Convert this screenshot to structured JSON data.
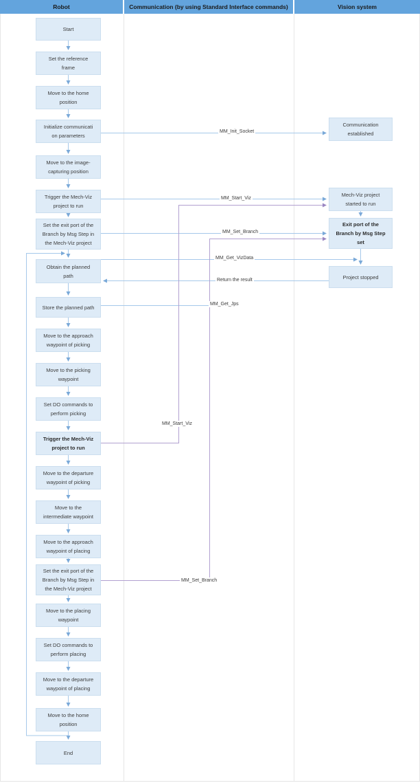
{
  "header": {
    "columns": [
      {
        "label": "Robot"
      },
      {
        "label": "Communication (by using Standard Interface commands)"
      },
      {
        "label": "Vision system"
      }
    ]
  },
  "robot_flow": {
    "boxes": [
      {
        "label": "Start",
        "bold": false
      },
      {
        "label": "Set the reference\nframe",
        "bold": false
      },
      {
        "label": "Move to the home\nposition",
        "bold": false
      },
      {
        "label": "Initialize communicati\non parameters",
        "bold": false
      },
      {
        "label": "Move to the image-\ncapturing position",
        "bold": false
      },
      {
        "label": "Trigger the Mech-Viz\nproject to run",
        "bold": false
      },
      {
        "label": "Set the exit port of the\nBranch by Msg Step in\nthe Mech-Viz project",
        "bold": false
      },
      {
        "label": "Obtain the planned\npath",
        "bold": false
      },
      {
        "label": "Store the planned path",
        "bold": false
      },
      {
        "label": "Move to the approach\nwaypoint of picking",
        "bold": false
      },
      {
        "label": "Move to the picking\nwaypoint",
        "bold": false
      },
      {
        "label": "Set DO commands to\nperform picking",
        "bold": false
      },
      {
        "label": "Trigger the Mech-Viz\nproject to run",
        "bold": true
      },
      {
        "label": "Move to the departure\nwaypoint of picking",
        "bold": false
      },
      {
        "label": "Move to the\nintermediate waypoint",
        "bold": false
      },
      {
        "label": "Move to the approach\nwaypoint of placing",
        "bold": false
      },
      {
        "label": "Set the exit port of the\nBranch by Msg Step in\nthe Mech-Viz project",
        "bold": false
      },
      {
        "label": "Move to the placing\nwaypoint",
        "bold": false
      },
      {
        "label": "Set DO commands to\nperform placing",
        "bold": false
      },
      {
        "label": "Move to the departure\nwaypoint of placing",
        "bold": false
      },
      {
        "label": "Move to the home\nposition",
        "bold": false
      },
      {
        "label": "End",
        "bold": false
      }
    ]
  },
  "vision_flow": {
    "boxes": [
      {
        "label": "Communication\nestablished",
        "bold": false
      },
      {
        "label": "Mech-Viz project\nstarted to run",
        "bold": false
      },
      {
        "label": "Exit port of the\nBranch by Msg Step\nset",
        "bold": true
      },
      {
        "label": "Project stopped",
        "bold": false
      }
    ]
  },
  "messages": [
    {
      "label": "MM_Init_Socket"
    },
    {
      "label": "MM_Start_Viz"
    },
    {
      "label": "MM_Set_Branch"
    },
    {
      "label": "MM_Get_VizData"
    },
    {
      "label": "Return the result"
    },
    {
      "label": "MM_Get_Jps"
    },
    {
      "label": "MM_Start_Viz"
    },
    {
      "label": "MM_Set_Branch"
    }
  ],
  "colors": {
    "header_bg": "#63a4dd",
    "box_bg": "#deebf7",
    "box_border": "#cbdeef",
    "arrow_blue": "#a5c8ea",
    "arrowhead_blue": "#7aa9d8",
    "arrow_purple": "#b1a0d0",
    "arrowhead_purple": "#9b87c2",
    "text": "#3d3d3d"
  }
}
